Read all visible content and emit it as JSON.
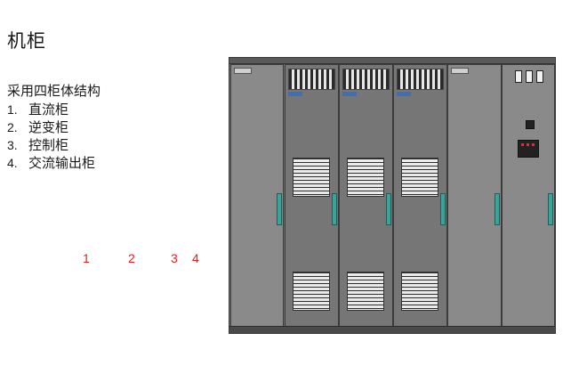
{
  "title": "机柜",
  "intro": "采用四柜体结构",
  "items": [
    {
      "num": "1.",
      "text": "直流柜"
    },
    {
      "num": "2.",
      "text": "逆变柜"
    },
    {
      "num": "3.",
      "text": "控制柜"
    },
    {
      "num": "4.",
      "text": "交流输出柜"
    }
  ],
  "markers": [
    "1",
    "2",
    "3",
    "4"
  ],
  "colors": {
    "marker": "#e02020",
    "handle": "#3aa39a",
    "tag": "#3b6fb8"
  }
}
